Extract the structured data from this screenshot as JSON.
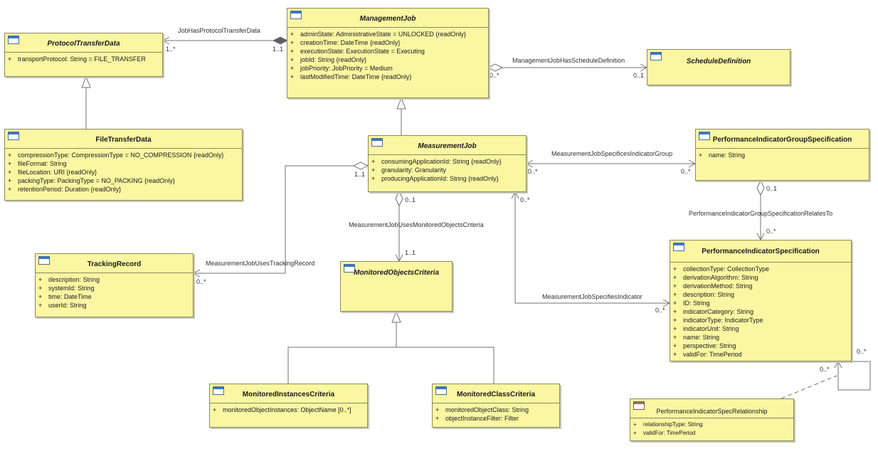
{
  "classes": {
    "protocolTransferData": {
      "name": "ProtocolTransferData",
      "attrs": [
        "transportProtocol: String = FILE_TRANSFER"
      ]
    },
    "managementJob": {
      "name": "ManagementJob",
      "attrs": [
        "adminState: AdministrativeState = UNLOCKED {readOnly}",
        "creationTime: DateTime {readOnly}",
        "executionState: ExecutionState = Executing",
        "jobId: String {readOnly}",
        "jobPriority: JobPriority = Medium",
        "lastModifiedTime: DateTime {readOnly}"
      ]
    },
    "scheduleDefinition": {
      "name": "ScheduleDefinition",
      "attrs": []
    },
    "fileTransferData": {
      "name": "FileTransferData",
      "attrs": [
        "compressionType: CompressionType = NO_COMPRESSION {readOnly}",
        "fileFormat: String",
        "fileLocation: URI {readOnly}",
        "packingType: PackingType = NO_PACKING {readOnly}",
        "retentionPeriod: Duration {readOnly}"
      ]
    },
    "measurementJob": {
      "name": "MeasurementJob",
      "attrs": [
        "consumingApplicationId: String {readOnly}",
        "granularity: Granularity",
        "producingApplicationId: String {readOnly}"
      ]
    },
    "performanceIndicatorGroupSpecification": {
      "name": "PerformanceIndicatorGroupSpecification",
      "attrs": [
        "name: String"
      ]
    },
    "trackingRecord": {
      "name": "TrackingRecord",
      "attrs": [
        "description: String",
        "systemId: String",
        "time: DateTime",
        "userId: String"
      ]
    },
    "monitoredObjectsCriteria": {
      "name": "MonitoredObjectsCriteria",
      "attrs": []
    },
    "performanceIndicatorSpecification": {
      "name": "PerformanceIndicatorSpecification",
      "attrs": [
        "collectionType: CollectionType",
        "derivationAlgorithm: String",
        "derivationMethod: String",
        "description: String",
        "ID: String",
        "indicatorCategory: String",
        "indicatorType: IndicatorType",
        "indicatorUnit: String",
        "name: String",
        "perspective: String",
        "validFor: TimePeriod"
      ]
    },
    "monitoredInstancesCriteria": {
      "name": "MonitoredInstancesCriteria",
      "attrs": [
        "monitoredObjectInstances: ObjectName [0..*]"
      ]
    },
    "monitoredClassCriteria": {
      "name": "MonitoredClassCriteria",
      "attrs": [
        "monitoredObjectClass: String",
        "objectInstanceFilter: Filter"
      ]
    },
    "performanceIndicatorSpecRelationship": {
      "name": "PerformanceIndicatorSpecRelationship",
      "attrs": [
        "relationshipType: String",
        "validFor: TimePeriod"
      ]
    }
  },
  "visibility": "+",
  "associations": {
    "jobHasProtocolTransferData": {
      "name": "JobHasProtocolTransferData",
      "source_mult": "1..*",
      "target_mult": "1..1"
    },
    "managementJobHasScheduleDefinition": {
      "name": "ManagementJobHasScheduleDefinition",
      "source_mult": "0..*",
      "target_mult": "0..1"
    },
    "measurementJobSpecificesIndicatorGroup": {
      "name": "MeasurementJobSpecificesIndicatorGroup",
      "source_mult": "0..*",
      "target_mult": "0..*"
    },
    "measurementJobUsesTrackingRecord": {
      "name": "MeasurementJobUsesTrackingRecord",
      "source_mult": "1..1",
      "target_mult": "0..*"
    },
    "measurementJobUsesMonitoredObjectsCriteria": {
      "name": "MeasurementJobUsesMonitoredObjectsCriteria",
      "source_mult": "0..1",
      "target_mult": "1..1"
    },
    "performanceIndicatorGroupSpecificationRelatesTo": {
      "name": "PerformanceIndicatorGroupSpecificationRelatesTo",
      "source_mult": "0..1",
      "target_mult": "0..*"
    },
    "measurementJobSpecifiesIndicator": {
      "name": "MeasurementJobSpecifiesIndicator",
      "source_mult": "0..*",
      "target_mult": "0..*"
    },
    "selfRelationship": {
      "source_mult": "0..*",
      "target_mult": "0..*"
    }
  }
}
